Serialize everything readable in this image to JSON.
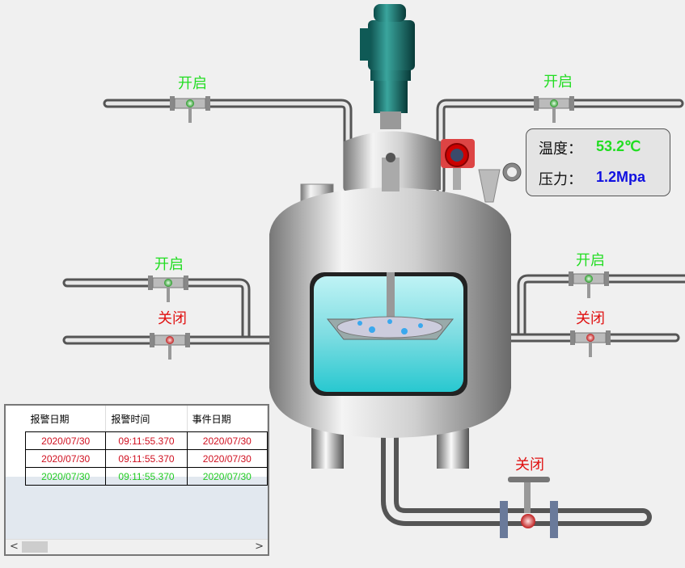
{
  "valves": {
    "top_left": "开启",
    "top_right": "开启",
    "mid_left_upper": "开启",
    "mid_left_lower": "关闭",
    "mid_right_upper": "开启",
    "mid_right_lower": "关闭",
    "bottom_outlet": "关闭"
  },
  "info": {
    "temp_label": "温度：",
    "temp_value": "53.2℃",
    "pressure_label": "压力：",
    "pressure_value": "1.2Mpa"
  },
  "colors": {
    "open": "#22dd22",
    "closed": "#e01010",
    "temp": "#22dd22",
    "pressure": "#1010e0"
  },
  "alarm_table": {
    "headers": [
      "报警日期",
      "报警时间",
      "事件日期"
    ],
    "rows": [
      {
        "cells": [
          "2020/07/30",
          "09:11:55.370",
          "2020/07/30"
        ],
        "color": "#d01020"
      },
      {
        "cells": [
          "2020/07/30",
          "09:11:55.370",
          "2020/07/30"
        ],
        "color": "#d01020"
      },
      {
        "cells": [
          "2020/07/30",
          "09:11:55.370",
          "2020/07/30"
        ],
        "color": "#22cc22"
      }
    ],
    "scroll_left": "<",
    "scroll_right": ">"
  }
}
